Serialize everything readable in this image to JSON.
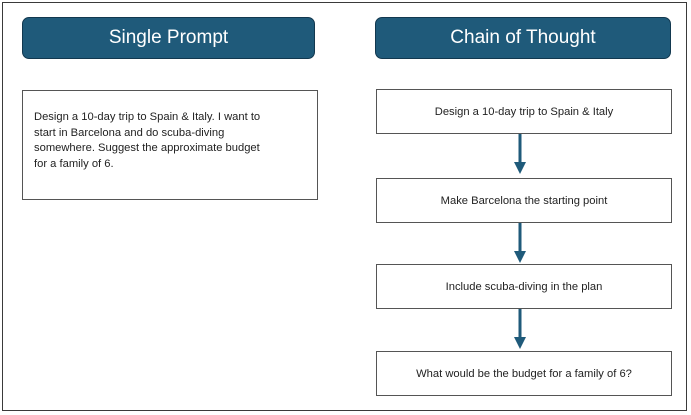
{
  "colors": {
    "header_bg": "#1f5a7a",
    "arrow": "#1f5a7a",
    "header_text": "#ffffff",
    "box_border": "#555555",
    "frame_border": "#3a3a3a"
  },
  "left_panel": {
    "title": "Single Prompt",
    "prompt_lines": [
      "Design a 10-day trip to Spain & Italy. I want to",
      "start in Barcelona and do scuba-diving",
      "somewhere. Suggest the approximate budget",
      "for a family of 6."
    ]
  },
  "right_panel": {
    "title": "Chain of Thought",
    "steps": [
      "Design a 10-day trip to Spain & Italy",
      "Make Barcelona the starting point",
      "Include scuba-diving in the plan",
      "What would be the budget for a family of 6?"
    ]
  }
}
